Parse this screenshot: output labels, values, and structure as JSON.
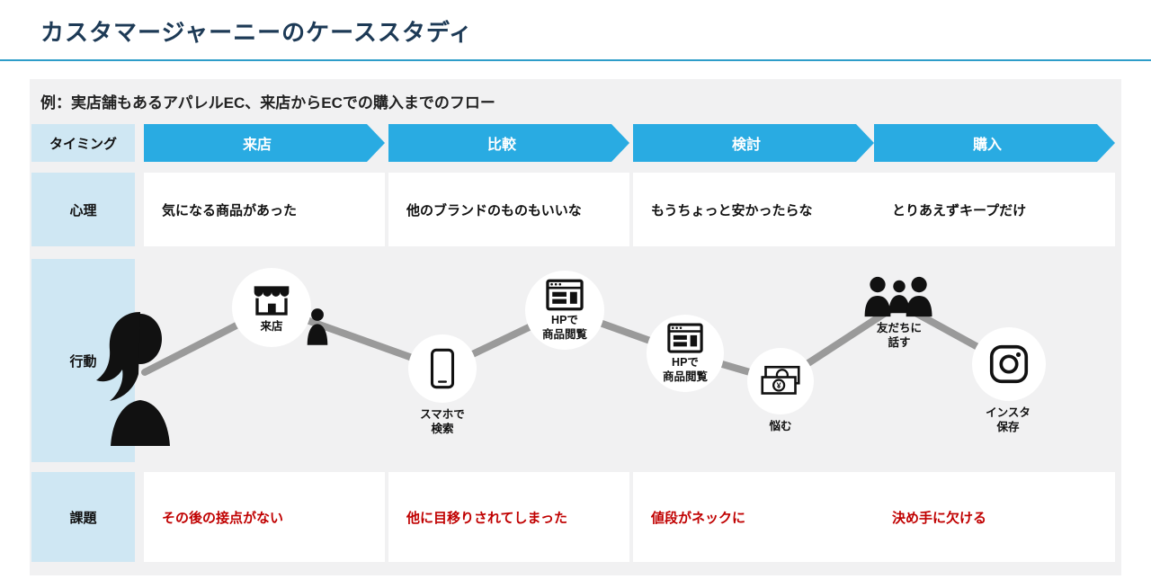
{
  "colors": {
    "accent_blue": "#29abe2",
    "row_label_bg": "#cfe7f3",
    "issue_red": "#c00000",
    "panel_bg": "#f1f1f2",
    "title_navy": "#1d3a56",
    "path_gray": "#9a9a9a"
  },
  "header": {
    "title": "カスタマージャーニーのケーススタディ"
  },
  "board": {
    "subtitle": "例：実店舗もあるアパレルEC、来店からECでの購入までのフロー",
    "row_labels": [
      "タイミング",
      "心理",
      "行動",
      "課題"
    ],
    "stages": [
      {
        "label": "来店",
        "psychology": "気になる商品があった",
        "issue": "その後の接点がない"
      },
      {
        "label": "比較",
        "psychology": "他のブランドのものもいいな",
        "issue": "他に目移りされてしまった"
      },
      {
        "label": "検討",
        "psychology": "もうちょっと安かったらな",
        "issue": "値段がネックに"
      },
      {
        "label": "購入",
        "psychology": "とりあえずキープだけ",
        "issue": "決め手に欠ける"
      }
    ],
    "actions": [
      {
        "label": "来店",
        "icon": "storefront-icon"
      },
      {
        "label": "スマホで\n検索",
        "icon": "smartphone-icon"
      },
      {
        "label": "HPで\n商品閲覧",
        "icon": "browser-icon"
      },
      {
        "label": "HPで\n商品閲覧",
        "icon": "browser-icon"
      },
      {
        "label": "悩む",
        "icon": "money-icon"
      },
      {
        "label": "友だちに\n話す",
        "icon": "friends-icon"
      },
      {
        "label": "インスタ\n保存",
        "icon": "instagram-icon"
      }
    ],
    "extra_icons": [
      "customer-icon",
      "person-icon"
    ]
  }
}
